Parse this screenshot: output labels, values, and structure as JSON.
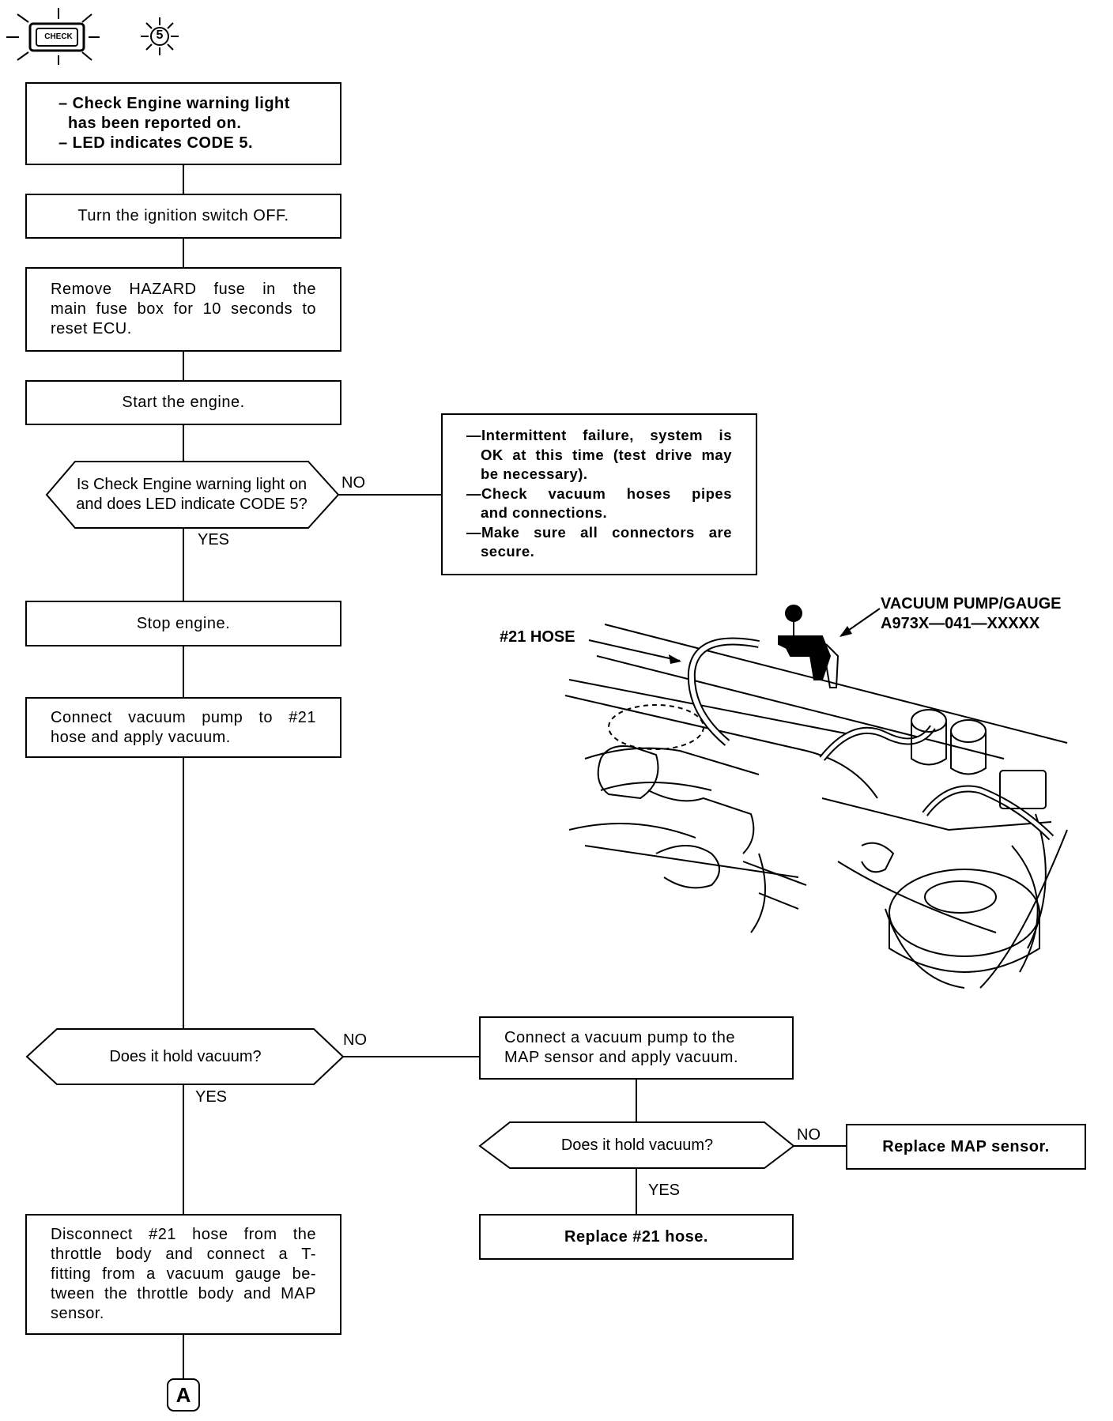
{
  "header": {
    "check_icon_text": "CHECK",
    "code_icon_text": "5"
  },
  "steps": {
    "s1_line1": "– Check Engine warning light",
    "s1_line2": "has been reported on.",
    "s1_line3": "– LED indicates CODE 5.",
    "s2": "Turn the ignition switch OFF.",
    "s3_line1": "Remove HAZARD fuse in the",
    "s3_line2": "main fuse box for 10 seconds to",
    "s3_line3": "reset ECU.",
    "s4": "Start the engine.",
    "d1_line1": "Is Check Engine warning light on",
    "d1_line2": "and does LED indicate CODE 5?",
    "s5": "Stop engine.",
    "s6_line1": "Connect vacuum pump to #21",
    "s6_line2": "hose and apply vacuum.",
    "d2": "Does it hold vacuum?",
    "s7_line1": "Disconnect #21 hose from the",
    "s7_line2": "throttle body and connect a T-",
    "s7_line3": "fitting from a vacuum gauge be-",
    "s7_line4": "tween the throttle body and MAP",
    "s7_line5": "sensor.",
    "connector": "A"
  },
  "right_branch": {
    "note_line1": "—Intermittent failure, system is",
    "note_line2": "OK at this time (test drive may",
    "note_line3": "be necessary).",
    "note_line4": "—Check vacuum hoses pipes",
    "note_line5": "and connections.",
    "note_line6": "—Make sure all connectors are",
    "note_line7": "secure.",
    "r1_line1": "Connect a vacuum pump to the",
    "r1_line2": "MAP sensor and apply vacuum.",
    "d3": "Does it hold vacuum?",
    "replace_map": "Replace MAP sensor.",
    "replace_hose": "Replace #21 hose."
  },
  "labels": {
    "no": "NO",
    "yes": "YES"
  },
  "illustration": {
    "hose_callout": "#21 HOSE",
    "pump_callout_line1": "VACUUM PUMP/GAUGE",
    "pump_callout_line2": "A973X—041—XXXXX"
  }
}
